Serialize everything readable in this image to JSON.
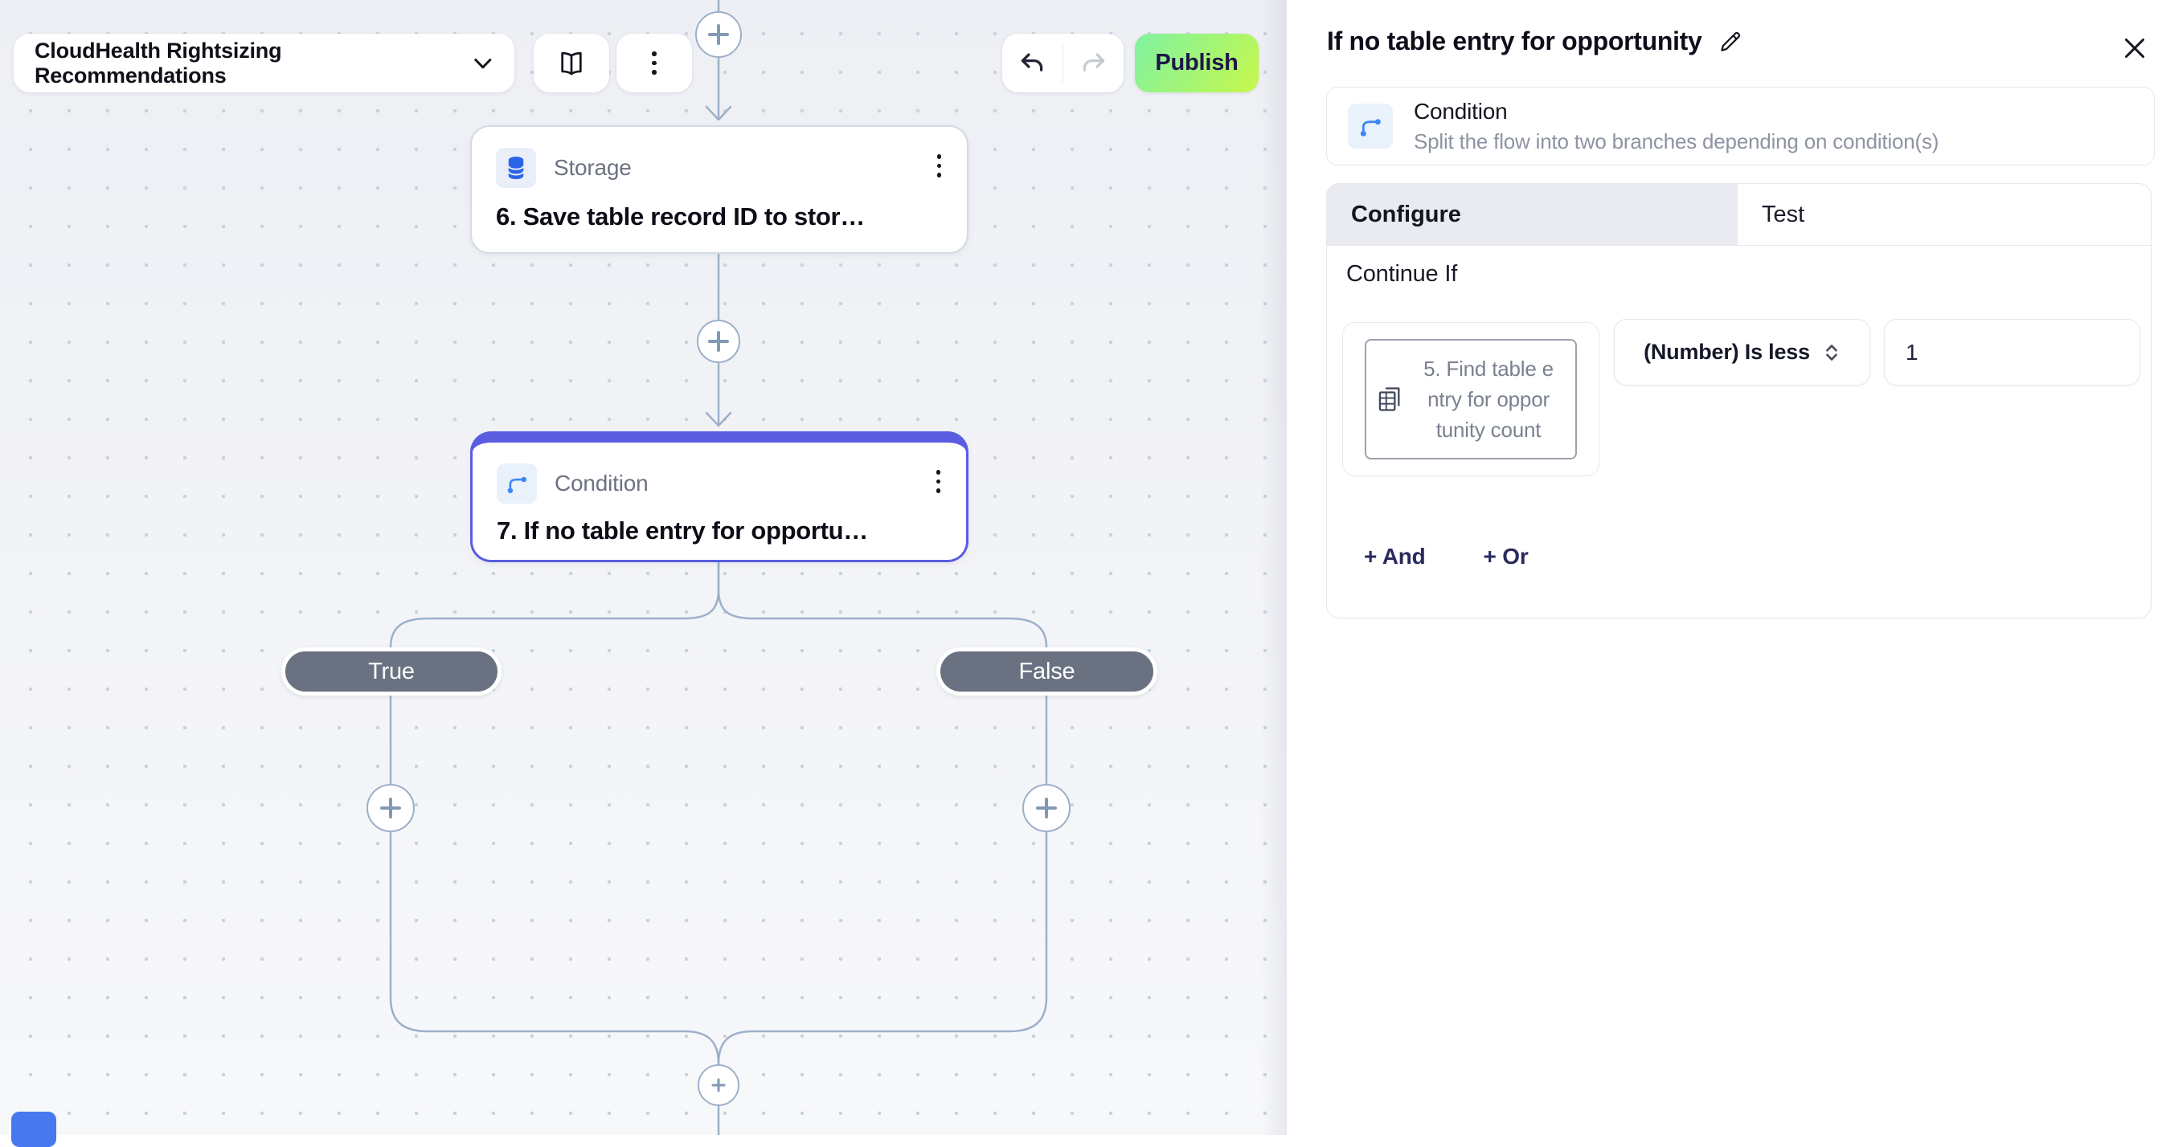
{
  "toolbar": {
    "flow_name": "CloudHealth Rightsizing Recommendations",
    "publish_label": "Publish"
  },
  "canvas": {
    "nodes": [
      {
        "type_label": "Storage",
        "title": "6. Save table record ID to stor…"
      },
      {
        "type_label": "Condition",
        "title": "7. If no table entry for opportu…"
      }
    ],
    "branch_labels": {
      "true": "True",
      "false": "False"
    }
  },
  "panel": {
    "title": "If no table entry for opportunity",
    "step": {
      "type_label": "Condition",
      "description": "Split the flow into two branches depending on condition(s)"
    },
    "tabs": {
      "configure": "Configure",
      "test": "Test"
    },
    "section_title": "Continue If",
    "condition": {
      "field_lines": [
        "5. Find table e",
        "ntry for oppor",
        "tunity count"
      ],
      "operator": "(Number) Is less",
      "value": "1"
    },
    "add_and": "+ And",
    "add_or": "+ Or"
  },
  "colors": {
    "selected_node_border": "#5a5de0",
    "publish_gradient_start": "#80f2a1",
    "publish_gradient_end": "#c8f84a",
    "connector": "#9db0c9",
    "branch_pill": "#6a7180",
    "icon_blue": "#2a63e8"
  }
}
